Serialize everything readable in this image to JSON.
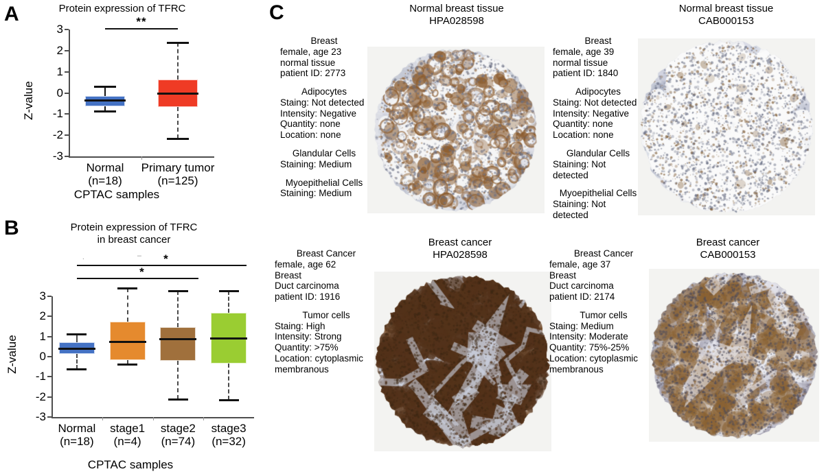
{
  "panels": {
    "a": {
      "letter": "A",
      "title": "Protein expression of TFRC",
      "ylabel": "Z-value",
      "xlabel": "CPTAC samples"
    },
    "b": {
      "letter": "B",
      "title": "Protein expression of TFRC\nin breast cancer",
      "ylabel": "Z-value",
      "xlabel": "CPTAC samples"
    },
    "c": {
      "letter": "C"
    }
  },
  "chart_data": [
    {
      "type": "box",
      "id": "panel-a",
      "title": "Protein expression of TFRC",
      "xlabel": "CPTAC samples",
      "ylabel": "Z-value",
      "ylim": [
        -3,
        3
      ],
      "yticks": [
        3,
        2,
        1,
        0,
        -1,
        -2,
        -3
      ],
      "categories": [
        "Normal\n(n=18)",
        "Primary tumor\n(n=125)"
      ],
      "group_names": [
        "Normal",
        "Primary tumor"
      ],
      "group_counts": [
        18,
        125
      ],
      "boxes": [
        {
          "label": "Normal",
          "n": 18,
          "color": "#4472C4",
          "whisker_low": -0.87,
          "q1": -0.62,
          "median": -0.35,
          "q3": -0.13,
          "whisker_high": 0.3,
          "whisker_style": "solid"
        },
        {
          "label": "Primary tumor",
          "n": 125,
          "color": "#EF3B25",
          "whisker_low": -2.17,
          "q1": -0.67,
          "median": -0.02,
          "q3": 0.64,
          "whisker_high": 2.4,
          "whisker_style": "dashed"
        }
      ],
      "significance": [
        {
          "from": "Normal",
          "to": "Primary tumor",
          "label": "**"
        }
      ]
    },
    {
      "type": "box",
      "id": "panel-b",
      "title": "Protein expression of TFRC\nin breast cancer",
      "xlabel": "CPTAC samples",
      "ylabel": "Z-value",
      "ylim": [
        -3,
        3.6
      ],
      "yticks": [
        3,
        2,
        1,
        0,
        -1,
        -2,
        -3
      ],
      "categories": [
        "Normal\n(n=18)",
        "stage1\n(n=4)",
        "stage2\n(n=74)",
        "stage3\n(n=32)"
      ],
      "group_names": [
        "Normal",
        "stage1",
        "stage2",
        "stage3"
      ],
      "group_counts": [
        18,
        4,
        74,
        32
      ],
      "boxes": [
        {
          "label": "Normal",
          "n": 18,
          "color": "#4472C4",
          "whisker_low": -0.63,
          "q1": 0.15,
          "median": 0.4,
          "q3": 0.72,
          "whisker_high": 1.12,
          "whisker_style": "dashed"
        },
        {
          "label": "stage1",
          "n": 4,
          "color": "#E58A2E",
          "whisker_low": -0.38,
          "q1": -0.18,
          "median": 0.75,
          "q3": 1.75,
          "whisker_high": 3.42,
          "whisker_style": "dashed"
        },
        {
          "label": "stage2",
          "n": 74,
          "color": "#A0703C",
          "whisker_low": -2.1,
          "q1": -0.22,
          "median": 0.88,
          "q3": 1.47,
          "whisker_high": 3.28,
          "whisker_style": "dashed"
        },
        {
          "label": "stage3",
          "n": 32,
          "color": "#9ACD32",
          "whisker_low": -2.15,
          "q1": -0.33,
          "median": 0.92,
          "q3": 2.18,
          "whisker_high": 3.28,
          "whisker_style": "dashed"
        }
      ],
      "significance": [
        {
          "from": "Normal",
          "to": "stage3",
          "label": "*"
        },
        {
          "from": "Normal",
          "to": "stage2",
          "label": "*"
        }
      ]
    }
  ],
  "tissues": [
    {
      "id": "normal-hpa",
      "title": "Normal breast tissue\nHPA028598",
      "header": "Breast",
      "meta": "female, age 23\nnormal tissue\npatient ID: 2773",
      "blocks": [
        {
          "header": "Adipocytes",
          "lines": "Staing: Not detected\nIntensity: Negative\nQuantity: none\nLocation: none"
        },
        {
          "header": "Glandular Cells",
          "lines": "Staining: Medium"
        },
        {
          "header": "Myoepithelial Cells",
          "lines": "Staining: Medium"
        }
      ]
    },
    {
      "id": "normal-cab",
      "title": "Normal breast tissue\nCAB000153",
      "header": "Breast",
      "meta": "female, age 39\nnormal tissue\npatient ID: 1840",
      "blocks": [
        {
          "header": "Adipocytes",
          "lines": "Staing: Not detected\nIntensity: Negative\nQuantity: none\nLocation: none"
        },
        {
          "header": "Glandular Cells",
          "lines": "Staining: Not detected"
        },
        {
          "header": "Myoepithelial Cells",
          "lines": "Staining: Not detected"
        }
      ]
    },
    {
      "id": "cancer-hpa",
      "title": "Breast cancer\nHPA028598",
      "header": "Breast Cancer",
      "meta": "female, age 62\nBreast\nDuct carcinoma\n patient ID: 1916",
      "blocks": [
        {
          "header": "Tumor cells",
          "lines": "Staing: High\nIntensity: Strong\nQuantity: >75%\nLocation: cytoplasmic\n            membranous"
        }
      ]
    },
    {
      "id": "cancer-cab",
      "title": "Breast cancer\nCAB000153",
      "header": "Breast Cancer",
      "meta": "female, age 37\nBreast\nDuct carcinoma\n patient ID: 2174",
      "blocks": [
        {
          "header": "Tumor cells",
          "lines": "Staing: Medium\nIntensity: Moderate\nQuantity: 75%-25%\nLocation: cytoplasmic\n              membranous"
        }
      ]
    }
  ],
  "colors": {
    "normal_blue": "#4472C4",
    "tumor_red": "#EF3B25",
    "stage1_orange": "#E58A2E",
    "stage2_brown": "#A0703C",
    "stage3_green": "#9ACD32",
    "axis_gray": "#4d4d4d",
    "dab_brown": "#7a4a22",
    "hematoxylin_blue": "#c3c7d6"
  }
}
